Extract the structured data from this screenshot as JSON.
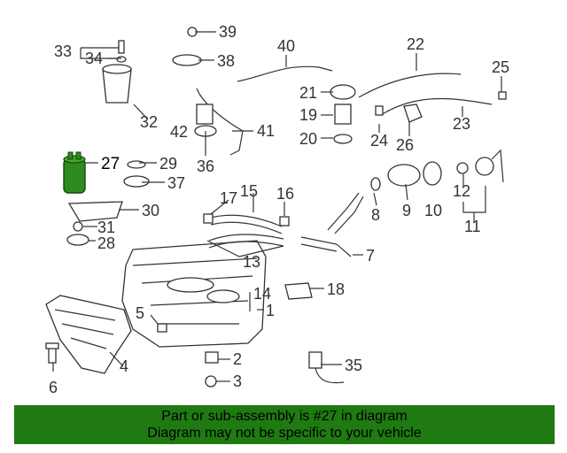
{
  "callouts": {
    "n1": "1",
    "n2": "2",
    "n3": "3",
    "n4": "4",
    "n5": "5",
    "n6": "6",
    "n7": "7",
    "n8": "8",
    "n9": "9",
    "n10": "10",
    "n11": "11",
    "n12": "12",
    "n13": "13",
    "n14": "14",
    "n15": "15",
    "n16": "16",
    "n17": "17",
    "n18": "18",
    "n19": "19",
    "n20": "20",
    "n21": "21",
    "n22": "22",
    "n23": "23",
    "n24": "24",
    "n25": "25",
    "n26": "26",
    "n27": "27",
    "n28": "28",
    "n29": "29",
    "n30": "30",
    "n31": "31",
    "n32": "32",
    "n33": "33",
    "n34": "34",
    "n35": "35",
    "n36": "36",
    "n37": "37",
    "n38": "38",
    "n39": "39",
    "n40": "40",
    "n41": "41",
    "n42": "42"
  },
  "highlight_color": "#1f7a12",
  "banner": {
    "line1": "Part or sub-assembly is #27 in diagram",
    "line2": "Diagram may not be specific to your vehicle"
  }
}
